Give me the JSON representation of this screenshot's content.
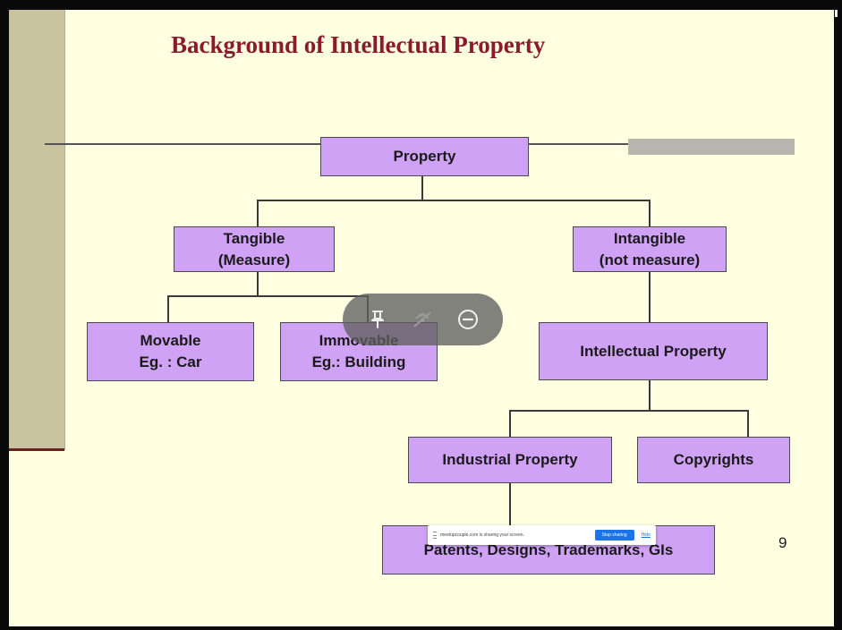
{
  "slide": {
    "title": "Background of Intellectual Property",
    "page_number": "9"
  },
  "tree": {
    "property": "Property",
    "tangible": [
      "Tangible",
      "(Measure)"
    ],
    "intangible": [
      "Intangible",
      "(not measure)"
    ],
    "movable": [
      "Movable",
      "Eg. : Car"
    ],
    "immovable": [
      "Immovable",
      "Eg.: Building"
    ],
    "intellectual_property": "Intellectual Property",
    "industrial_property": "Industrial Property",
    "copyrights": "Copyrights",
    "patents": "Patents, Designs, Trademarks, GIs"
  },
  "floating_toolbar": {
    "buttons": [
      {
        "name": "pin-icon"
      },
      {
        "name": "mic-muted-icon"
      },
      {
        "name": "minimize-icon"
      }
    ]
  },
  "screen_share_bar": {
    "message": "meetupcouple.com is sharing your screen.",
    "stop_label": "Stop sharing",
    "hide_label": "Hide"
  },
  "colors": {
    "slide_background": "#ffffe1",
    "box_fill": "#d0a2f5",
    "title_color": "#8b1a2b",
    "left_bar": "#c9c3a0",
    "share_button": "#1a73e8"
  }
}
